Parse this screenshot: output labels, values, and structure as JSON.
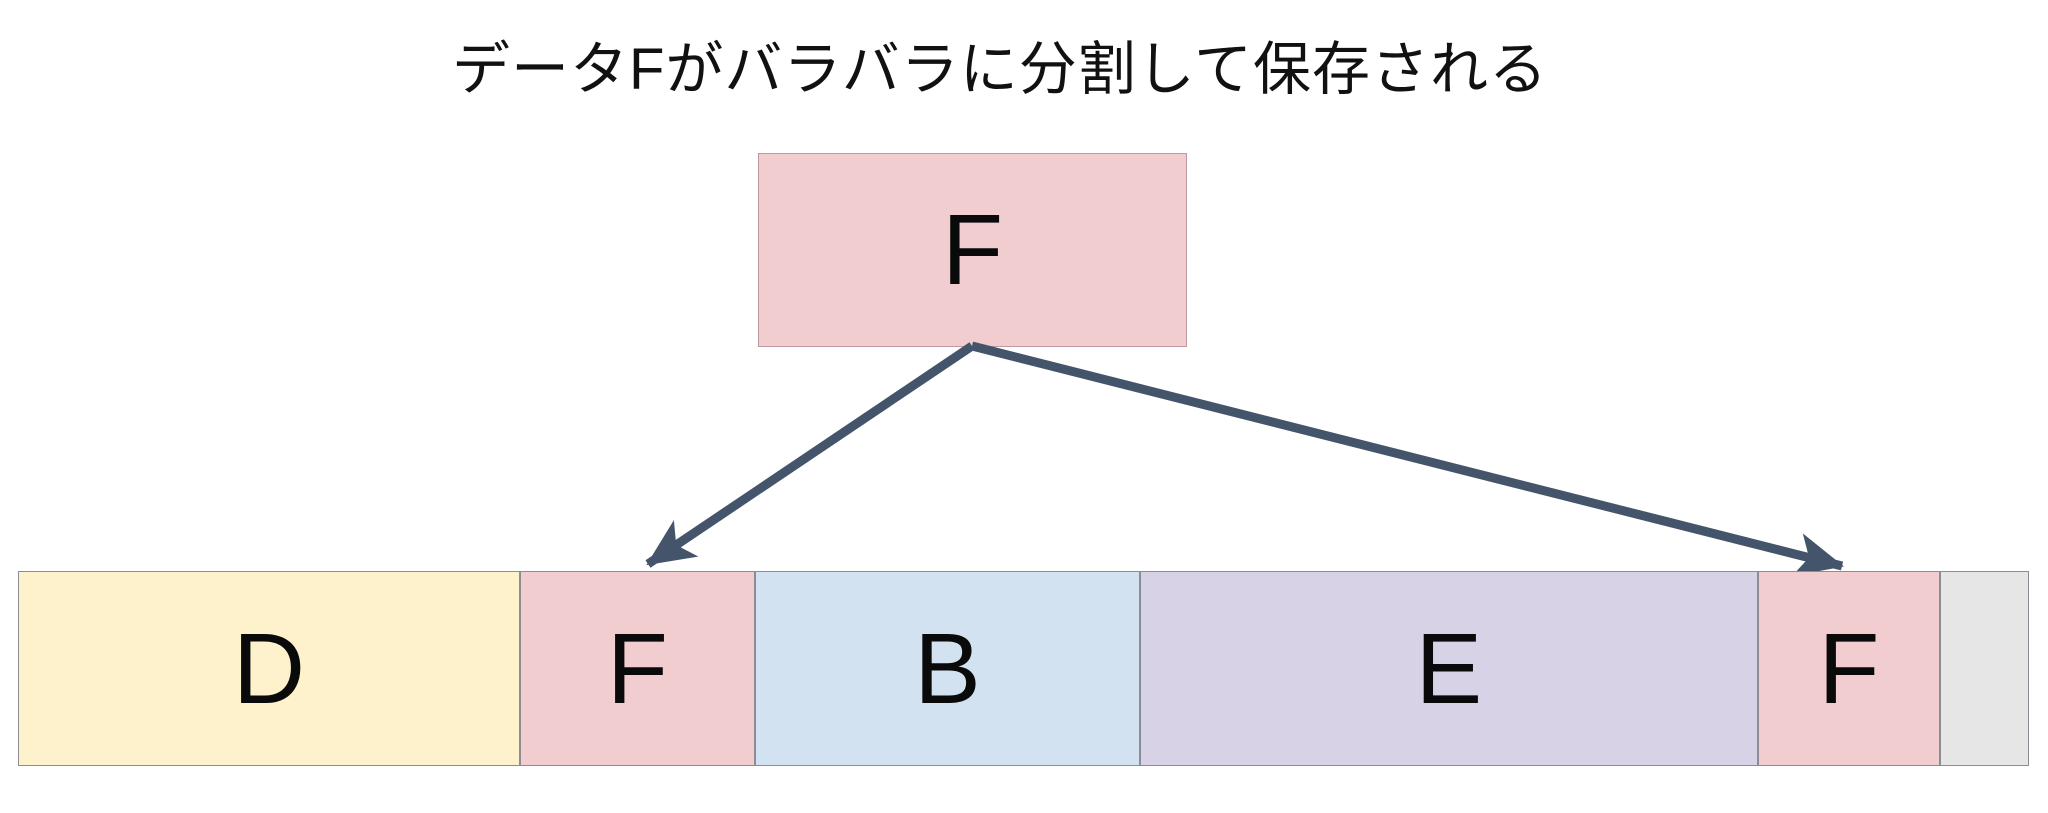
{
  "title": "データFがバラバラに分割して保存される",
  "source_box": {
    "label": "F",
    "fill": "#f2cdd0",
    "border": "#bd9aa0"
  },
  "storage_bar": {
    "border_color": "#8c8c94",
    "segments": [
      {
        "label": "D",
        "fill": "#fdf2cc",
        "width_pct": 24.96
      },
      {
        "label": "F",
        "fill": "#f2cdd0",
        "width_pct": 11.69
      },
      {
        "label": "B",
        "fill": "#d3e2f0",
        "width_pct": 19.14
      },
      {
        "label": "E",
        "fill": "#d8d2e7",
        "width_pct": 30.73
      },
      {
        "label": "F",
        "fill": "#f2cdd0",
        "width_pct": 9.05
      },
      {
        "label": "",
        "fill": "#e6e6e6",
        "width_pct": 4.43
      }
    ]
  },
  "arrows": {
    "color": "#44546a",
    "items": [
      {
        "from": "source-box-bottom",
        "to": "storage-segment-f-left"
      },
      {
        "from": "source-box-bottom",
        "to": "storage-segment-f-right"
      }
    ]
  }
}
